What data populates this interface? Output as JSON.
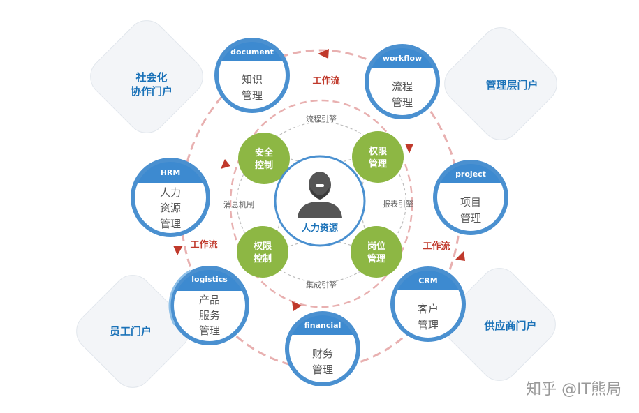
{
  "portals": {
    "social": {
      "line1": "社会化",
      "line2": "协作门户"
    },
    "management": {
      "label": "管理层门户"
    },
    "employee": {
      "label": "员工门户"
    },
    "supplier": {
      "label": "供应商门户"
    }
  },
  "modules": {
    "document": {
      "header": "document",
      "line1": "知识",
      "line2": "管理"
    },
    "workflow": {
      "header": "workflow",
      "line1": "流程",
      "line2": "管理"
    },
    "hrm": {
      "header": "HRM",
      "line1": "人力",
      "line2": "资源",
      "line3": "管理"
    },
    "project": {
      "header": "project",
      "line1": "项目",
      "line2": "管理"
    },
    "logistics": {
      "header": "logistics",
      "line1": "产品",
      "line2": "服务",
      "line3": "管理"
    },
    "crm": {
      "header": "CRM",
      "line1": "客户",
      "line2": "管理"
    },
    "financial": {
      "header": "financial",
      "line1": "财务",
      "line2": "管理"
    }
  },
  "core": {
    "safety": {
      "line1": "安全",
      "line2": "控制"
    },
    "perm_top": {
      "line1": "权限",
      "line2": "管理"
    },
    "perm_bottom": {
      "line1": "权限",
      "line2": "控制"
    },
    "post": {
      "line1": "岗位",
      "line2": "管理"
    }
  },
  "engines": {
    "flow": "流程引擎",
    "message": "消息机制",
    "report": "报表引擎",
    "integration": "集成引擎"
  },
  "workflow_labels": {
    "top": "工作流",
    "left": "工作流",
    "right": "工作流"
  },
  "center": {
    "label": "人力资源"
  },
  "watermark": "知乎 @IT熊局",
  "colors": {
    "blue": "#4a90d0",
    "header_blue": "#3d8ad0",
    "green": "#8db744",
    "red": "#c0392b",
    "dash_pink": "#e8b0b0",
    "portal_bg": "#f3f5f8"
  }
}
